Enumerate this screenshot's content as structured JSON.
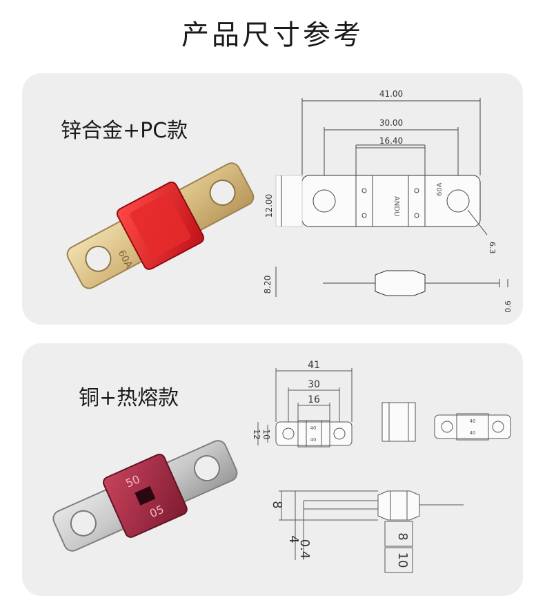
{
  "page_title": "产品尺寸参考",
  "variants": [
    {
      "label": "锌合金+PC款",
      "fuse_rating": "60A",
      "brand": "ANDU",
      "dims": {
        "total": "41.00",
        "hole_spacing": "30.00",
        "body": "16.40",
        "height": "12.00",
        "hole": "6.3",
        "thickness": "8.20",
        "terminal": "0.6"
      }
    },
    {
      "label": "铜+热熔款",
      "fuse_rating": "50",
      "fuse_rating_alt": "05",
      "small_rating": "40",
      "dims": {
        "total": "41",
        "hole_spacing": "30",
        "body": "16",
        "height_a": "12",
        "height_b": "10",
        "thickness": "8",
        "terminal_a": "4",
        "terminal_b": "0.4",
        "side_a": "8",
        "side_b": "10"
      }
    }
  ]
}
